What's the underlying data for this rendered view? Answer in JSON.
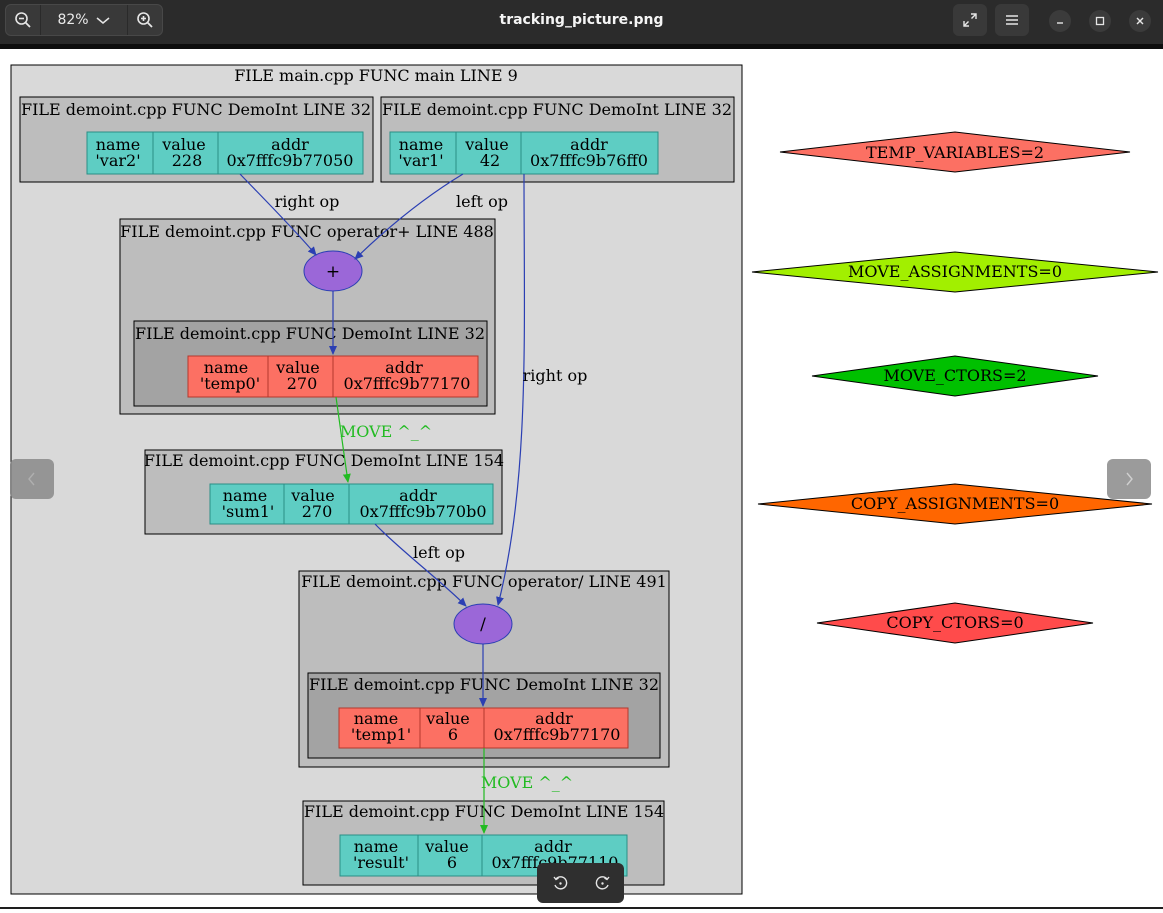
{
  "window": {
    "title": "tracking_picture.png",
    "zoom": "82%"
  },
  "icons": {
    "zoom_out": "zoom-out-icon",
    "zoom_in": "zoom-in-icon",
    "fullscreen": "fullscreen-icon",
    "menu": "hamburger-menu-icon",
    "minimize": "minimize-icon",
    "maximize": "maximize-icon",
    "close": "close-icon",
    "rotate_left": "rotate-left-icon",
    "rotate_right": "rotate-right-icon",
    "prev": "chevron-left-icon",
    "next": "chevron-right-icon"
  },
  "colors": {
    "cluster_outer": "#d9d9d9",
    "cluster_inner": "#bdbdbd",
    "cluster_nested": "#a3a3a3",
    "var_cell": "#5ecdc3",
    "temp_cell": "#fc7063",
    "op_node": "#9b67d8",
    "edge_op": "#2b3fb3",
    "edge_move": "#22bb22",
    "stat_temp": "#fc7063",
    "stat_move_assign": "#a2ef00",
    "stat_move_ctor": "#00c000",
    "stat_copy_assign": "#ff6600",
    "stat_copy_ctor": "#ff4b4b"
  },
  "graph": {
    "main_cluster": "FILE main.cpp FUNC main LINE 9",
    "clusters": {
      "var2": "FILE demoint.cpp FUNC DemoInt LINE 32",
      "var1": "FILE demoint.cpp FUNC DemoInt LINE 32",
      "op_plus": "FILE demoint.cpp FUNC operator+ LINE 488",
      "temp0": "FILE demoint.cpp FUNC DemoInt LINE 32",
      "sum1": "FILE demoint.cpp FUNC DemoInt LINE 154",
      "op_div": "FILE demoint.cpp FUNC operator/ LINE 491",
      "temp1": "FILE demoint.cpp FUNC DemoInt LINE 32",
      "result": "FILE demoint.cpp FUNC DemoInt LINE 154"
    },
    "col_headers": {
      "name": "name",
      "value": "value",
      "addr": "addr"
    },
    "records": {
      "var2": {
        "name": "'var2'",
        "value": "228",
        "addr": "0x7fffc9b77050"
      },
      "var1": {
        "name": "'var1'",
        "value": "42",
        "addr": "0x7fffc9b76ff0"
      },
      "temp0": {
        "name": "'temp0'",
        "value": "270",
        "addr": "0x7fffc9b77170"
      },
      "sum1": {
        "name": "'sum1'",
        "value": "270",
        "addr": "0x7fffc9b770b0"
      },
      "temp1": {
        "name": "'temp1'",
        "value": "6",
        "addr": "0x7fffc9b77170"
      },
      "result": {
        "name": "'result'",
        "value": "6",
        "addr": "0x7fffc9b77110"
      }
    },
    "operators": {
      "plus": "+",
      "div": "/"
    },
    "edge_labels": {
      "right_op_1": "right op",
      "left_op_1": "left op",
      "right_op_2": "right op",
      "move_1": "MOVE ^_^",
      "left_op_2": "left op",
      "move_2": "MOVE ^_^"
    }
  },
  "stats": {
    "temp_variables": "TEMP_VARIABLES=2",
    "move_assignments": "MOVE_ASSIGNMENTS=0",
    "move_ctors": "MOVE_CTORS=2",
    "copy_assignments": "COPY_ASSIGNMENTS=0",
    "copy_ctors": "COPY_CTORS=0"
  }
}
